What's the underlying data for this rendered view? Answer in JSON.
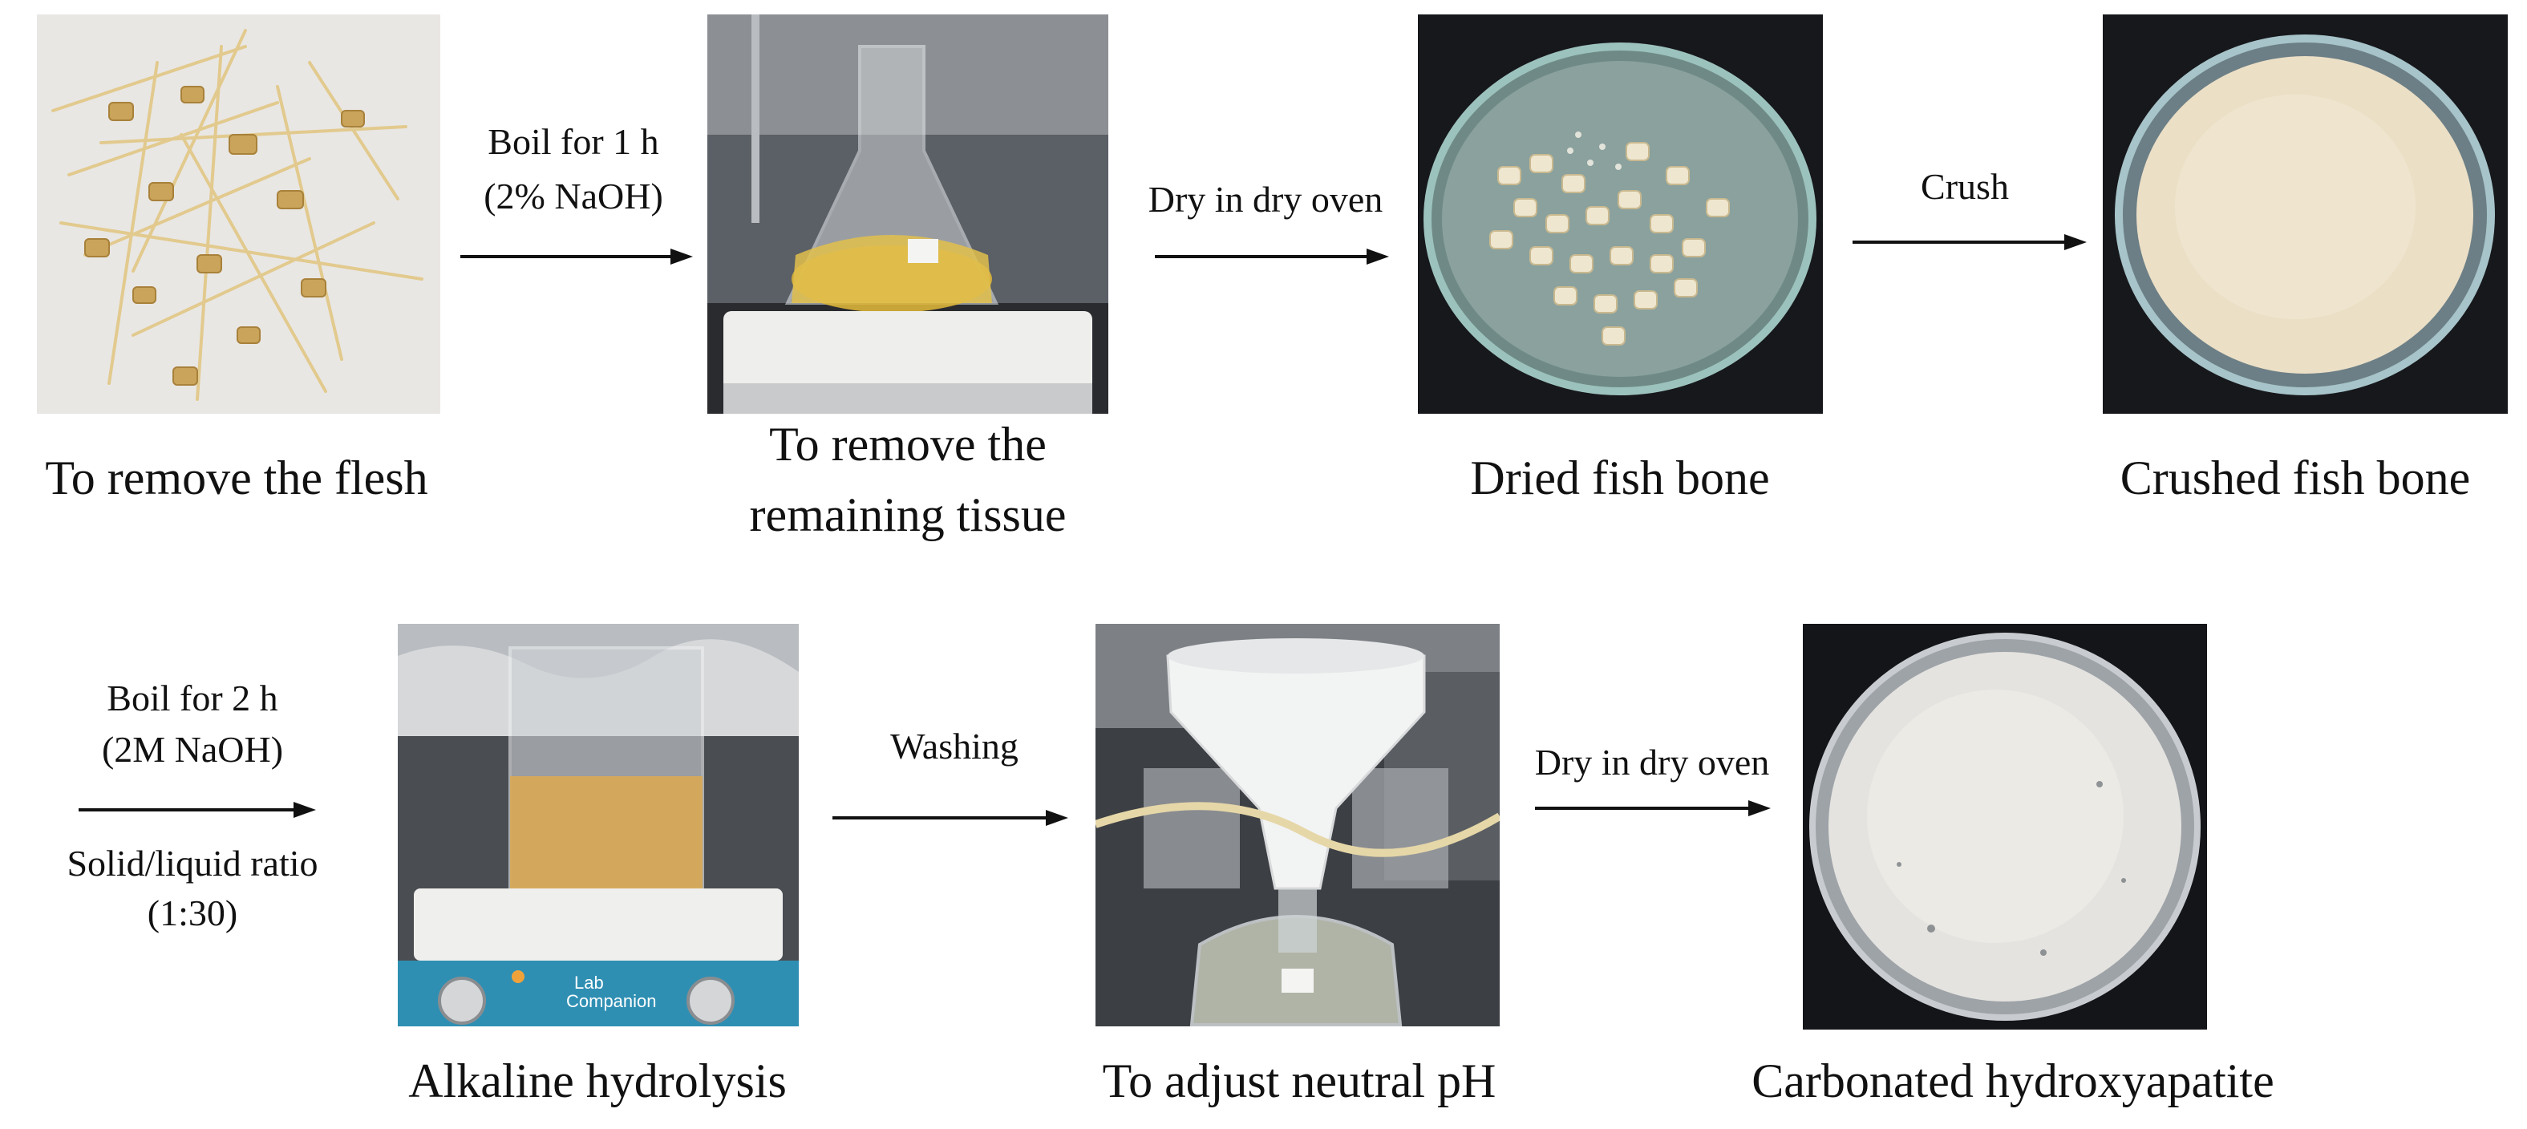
{
  "steps": [
    {
      "id": "remove-flesh",
      "caption": "To remove the flesh",
      "photo": "fish-bones-photo"
    },
    {
      "id": "remove-tissue",
      "caption_lines": [
        "To remove the",
        "remaining tissue"
      ],
      "photo": "flask-on-hotplate-photo"
    },
    {
      "id": "dried-bone",
      "caption": "Dried fish bone",
      "photo": "dried-bone-dish-photo"
    },
    {
      "id": "crushed-bone",
      "caption": "Crushed fish bone",
      "photo": "crushed-bone-dish-photo"
    },
    {
      "id": "alkaline",
      "caption": "Alkaline hydrolysis",
      "photo": "beaker-on-stirrer-photo"
    },
    {
      "id": "neutral-ph",
      "caption": "To adjust neutral pH",
      "photo": "filtration-funnel-photo"
    },
    {
      "id": "cha",
      "caption": "Carbonated hydroxyapatite",
      "photo": "white-powder-dish-photo"
    }
  ],
  "arrows": [
    {
      "id": "boil-1h",
      "lines": [
        "Boil for 1 h",
        "(2% NaOH)"
      ]
    },
    {
      "id": "dry-1",
      "lines": [
        "Dry in dry oven"
      ]
    },
    {
      "id": "crush",
      "lines": [
        "Crush"
      ]
    },
    {
      "id": "boil-2h",
      "lines": [
        "Boil for 2 h",
        "(2M NaOH)"
      ],
      "below": [
        "Solid/liquid ratio",
        "(1:30)"
      ]
    },
    {
      "id": "washing",
      "lines": [
        "Washing"
      ]
    },
    {
      "id": "dry-2",
      "lines": [
        "Dry in dry oven"
      ]
    }
  ],
  "photo_text": {
    "stirrer_brand": [
      "Lab",
      "Companion"
    ]
  },
  "colors": {
    "arrow": "#111111",
    "bone": "#e6cf8e",
    "dark_bg": "#17181c"
  }
}
